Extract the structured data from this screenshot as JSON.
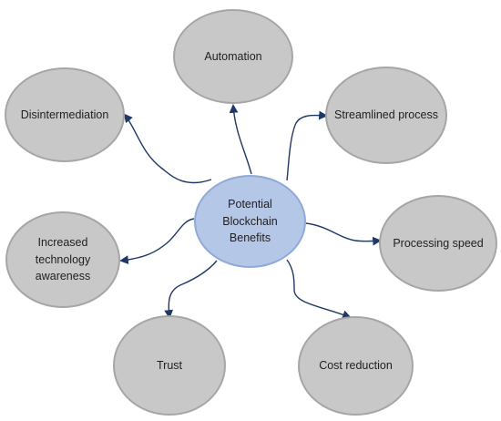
{
  "diagram": {
    "center": {
      "label": "Potential Blockchain Benefits",
      "lines": [
        "Potential Blockchain",
        "Benefits"
      ]
    },
    "benefits": {
      "automation": {
        "lines": [
          "Automation"
        ]
      },
      "disintermediation": {
        "lines": [
          "Disintermediation"
        ]
      },
      "streamlined_process": {
        "lines": [
          "Streamlined process"
        ]
      },
      "processing_speed": {
        "lines": [
          "Processing speed"
        ]
      },
      "increased_technology_awareness": {
        "lines": [
          "Increased",
          "technology",
          "awareness"
        ]
      },
      "trust": {
        "lines": [
          "Trust"
        ]
      },
      "cost_reduction": {
        "lines": [
          "Cost reduction"
        ]
      }
    },
    "colors": {
      "center_fill": "#b4c7e7",
      "center_border": "#8fa9d8",
      "node_fill": "#c8c8c8",
      "node_border": "#a6a6a6",
      "connector": "#1f3864",
      "text": "#1f1f1f"
    }
  }
}
